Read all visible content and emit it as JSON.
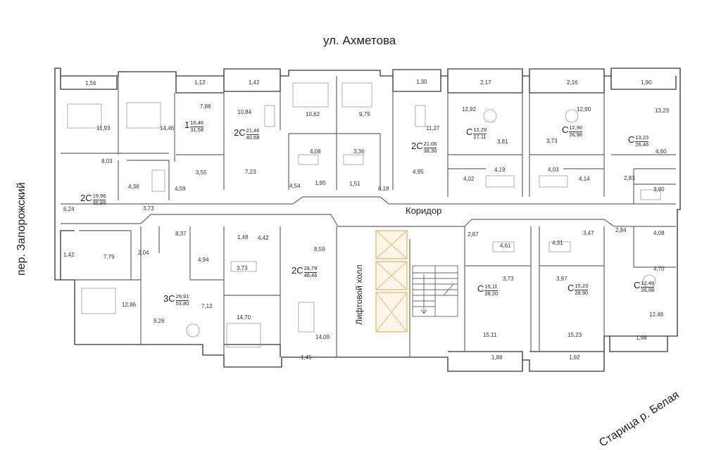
{
  "streets": {
    "top": "ул. Ахметова",
    "left": "пер. Запорожский",
    "bottom": "Старица р. Белая"
  },
  "corridor_label": "Коридор",
  "lift_hall_label": "Лифтовой холл",
  "apartments": [
    {
      "type": "1",
      "living": "16,46",
      "total": "31,58"
    },
    {
      "type": "2С",
      "living": "21,46",
      "total": "40,68"
    },
    {
      "type": "2С",
      "living": "21,06",
      "total": "38,36"
    },
    {
      "type": "С",
      "living": "12,29",
      "total": "27,11"
    },
    {
      "type": "С",
      "living": "12,90",
      "total": "26,96"
    },
    {
      "type": "С",
      "living": "13,23",
      "total": "26,46"
    },
    {
      "type": "2С",
      "living": "19,96",
      "total": "35,85"
    },
    {
      "type": "3С",
      "living": "29,91",
      "total": "53,80"
    },
    {
      "type": "2С",
      "living": "28,79",
      "total": "48,46"
    },
    {
      "type": "С",
      "living": "15,11",
      "total": "28,20"
    },
    {
      "type": "С",
      "living": "15,23",
      "total": "28,90"
    },
    {
      "type": "С",
      "living": "12,48",
      "total": "26,08"
    }
  ],
  "room_areas": [
    "1,56",
    "1,12",
    "1,42",
    "1,30",
    "2,17",
    "2,16",
    "1,90",
    "11,93",
    "14,46",
    "7,86",
    "10,84",
    "10,62",
    "9,79",
    "11,27",
    "12,92",
    "12,90",
    "13,23",
    "8,03",
    "4,08",
    "3,36",
    "3,81",
    "3,73",
    "4,60",
    "3,55",
    "7,23",
    "4,95",
    "4,19",
    "4,03",
    "4,36",
    "4,59",
    "4,54",
    "1,95",
    "1,51",
    "6,18",
    "4,02",
    "4,14",
    "2,83",
    "3,90",
    "6,24",
    "3,73",
    "8,37",
    "1,48",
    "4,42",
    "2,87",
    "4,61",
    "4,31",
    "3,47",
    "2,84",
    "4,08",
    "8,59",
    "1,42",
    "7,79",
    "2,04",
    "4,94",
    "3,73",
    "4,70",
    "3,73",
    "3,97",
    "12,86",
    "7,12",
    "9,26",
    "14,70",
    "14,09",
    "15,11",
    "15,23",
    "12,48",
    "1,98",
    "1,45",
    "1,88",
    "1,92"
  ],
  "colors": {
    "wall": "#555555",
    "line": "#777777",
    "fill": "#ffffff",
    "highlight": "#e8c98a",
    "text": "#222222"
  }
}
